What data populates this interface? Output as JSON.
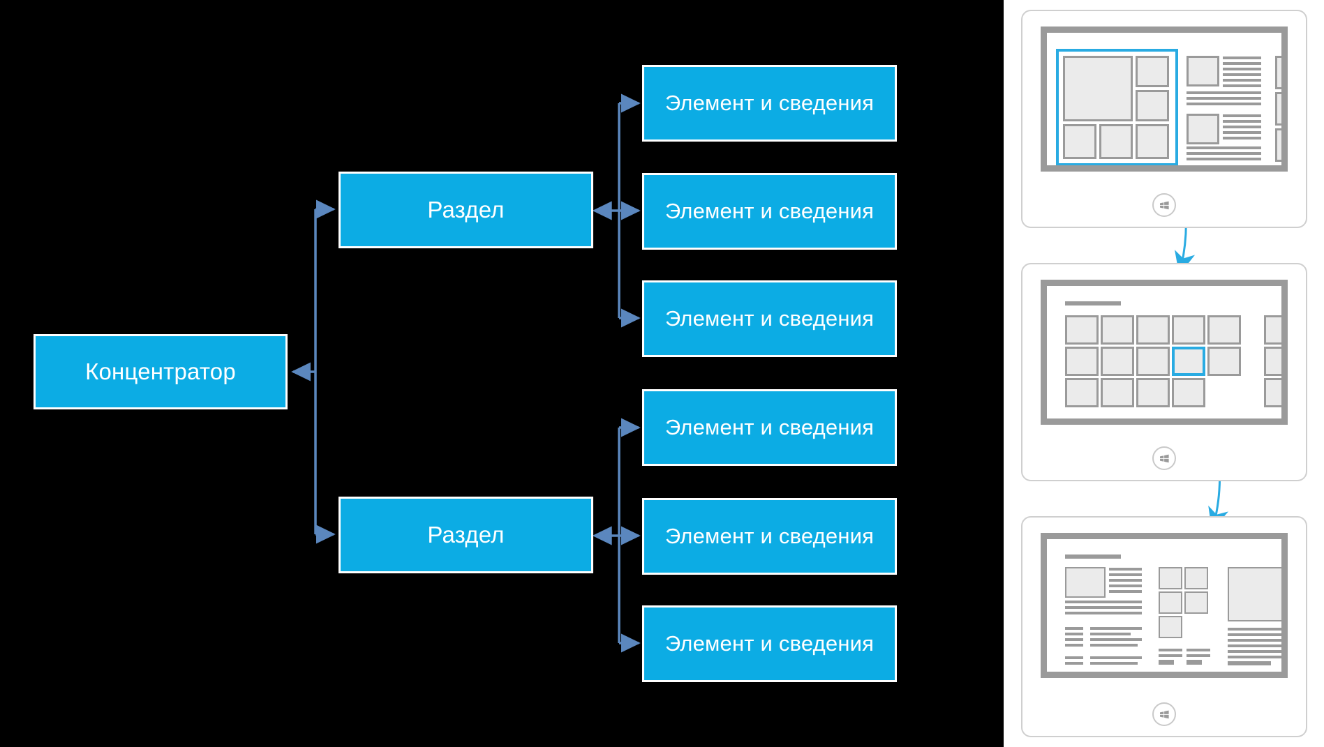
{
  "diagram": {
    "type": "tree",
    "orientation": "left-to-right",
    "background_color": "#000000",
    "node_fill": "#0CACE4",
    "node_border": "#FFFFFF",
    "node_text_color": "#FFFFFF",
    "connector_color": "#5B87BE",
    "hub": {
      "label": "Концентратор"
    },
    "sections": [
      {
        "label": "Раздел",
        "items": [
          {
            "label": "Элемент и сведения"
          },
          {
            "label": "Элемент и сведения"
          },
          {
            "label": "Элемент и сведения"
          }
        ]
      },
      {
        "label": "Раздел",
        "items": [
          {
            "label": "Элемент и сведения"
          },
          {
            "label": "Элемент и сведения"
          },
          {
            "label": "Элемент и сведения"
          }
        ]
      }
    ]
  },
  "devices": {
    "accent_color": "#29ABE2",
    "frame_color": "#CFCFCF",
    "bezel_color": "#9A9A9A",
    "tile_fill": "#EBEBEB",
    "home_button_icon": "windows-logo-icon",
    "items": [
      {
        "name": "hub-page-mock",
        "highlight": "group-of-tiles",
        "home_button_icon": "windows-logo-icon"
      },
      {
        "name": "section-page-mock",
        "highlight": "single-tile",
        "home_button_icon": "windows-logo-icon"
      },
      {
        "name": "detail-page-mock",
        "highlight": "none",
        "home_button_icon": "windows-logo-icon"
      }
    ],
    "flow_arrows": [
      {
        "from": "hub-page-mock",
        "to": "section-page-mock"
      },
      {
        "from": "section-page-mock",
        "to": "detail-page-mock"
      }
    ]
  }
}
